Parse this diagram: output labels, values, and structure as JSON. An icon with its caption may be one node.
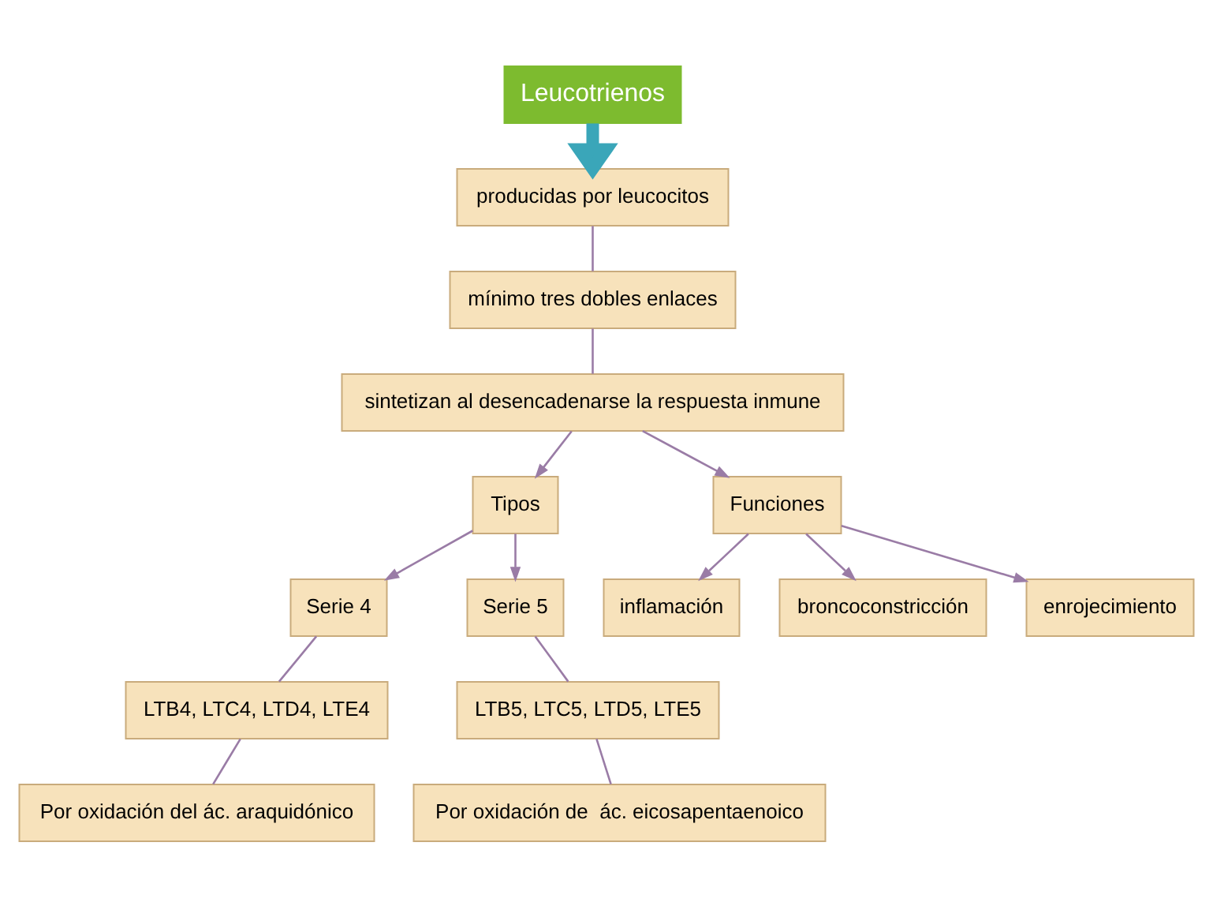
{
  "diagram": {
    "nodes": [
      {
        "text": [
          "Leucotrienos"
        ]
      },
      {
        "text": [
          "producidas por leucocitos"
        ]
      },
      {
        "text": [
          "mínimo tres dobles enlaces"
        ]
      },
      {
        "text": [
          "sintetizan al desencadenarse la respuesta inmune"
        ]
      },
      {
        "text": [
          "Tipos"
        ]
      },
      {
        "text": [
          "Funciones"
        ]
      },
      {
        "text": [
          "Serie 4"
        ]
      },
      {
        "text": [
          "Serie 5"
        ]
      },
      {
        "text": [
          "LTB4, LTC4, LTD4, LTE4"
        ]
      },
      {
        "text": [
          "LTB5, LTC5, LTD5, LTE5"
        ]
      },
      {
        "text": [
          "Por oxidación del ác. araquidónico"
        ]
      },
      {
        "text": [
          "Por oxidación de  ác. eicosapentaenoico"
        ]
      },
      {
        "text": [
          "inflamación"
        ]
      },
      {
        "text": [
          "broncoconstricción"
        ]
      },
      {
        "text": [
          "enrojecimiento"
        ]
      }
    ],
    "edges": [
      {
        "from": 0,
        "to": 1,
        "arrow": "to",
        "style": "thick",
        "color": "#3aa6b9"
      },
      {
        "from": 1,
        "to": 2,
        "arrow": "none"
      },
      {
        "from": 2,
        "to": 3,
        "arrow": "none"
      },
      {
        "from": 3,
        "to": 4,
        "arrow": "to"
      },
      {
        "from": 3,
        "to": 5,
        "arrow": "to"
      },
      {
        "from": 4,
        "to": 6,
        "arrow": "to"
      },
      {
        "from": 4,
        "to": 7,
        "arrow": "to"
      },
      {
        "from": 6,
        "to": 8,
        "arrow": "none"
      },
      {
        "from": 7,
        "to": 9,
        "arrow": "none"
      },
      {
        "from": 8,
        "to": 10,
        "arrow": "none"
      },
      {
        "from": 9,
        "to": 11,
        "arrow": "none"
      },
      {
        "from": 5,
        "to": 12,
        "arrow": "to"
      },
      {
        "from": 5,
        "to": 13,
        "arrow": "to"
      },
      {
        "from": 5,
        "to": 14,
        "arrow": "to"
      }
    ]
  }
}
